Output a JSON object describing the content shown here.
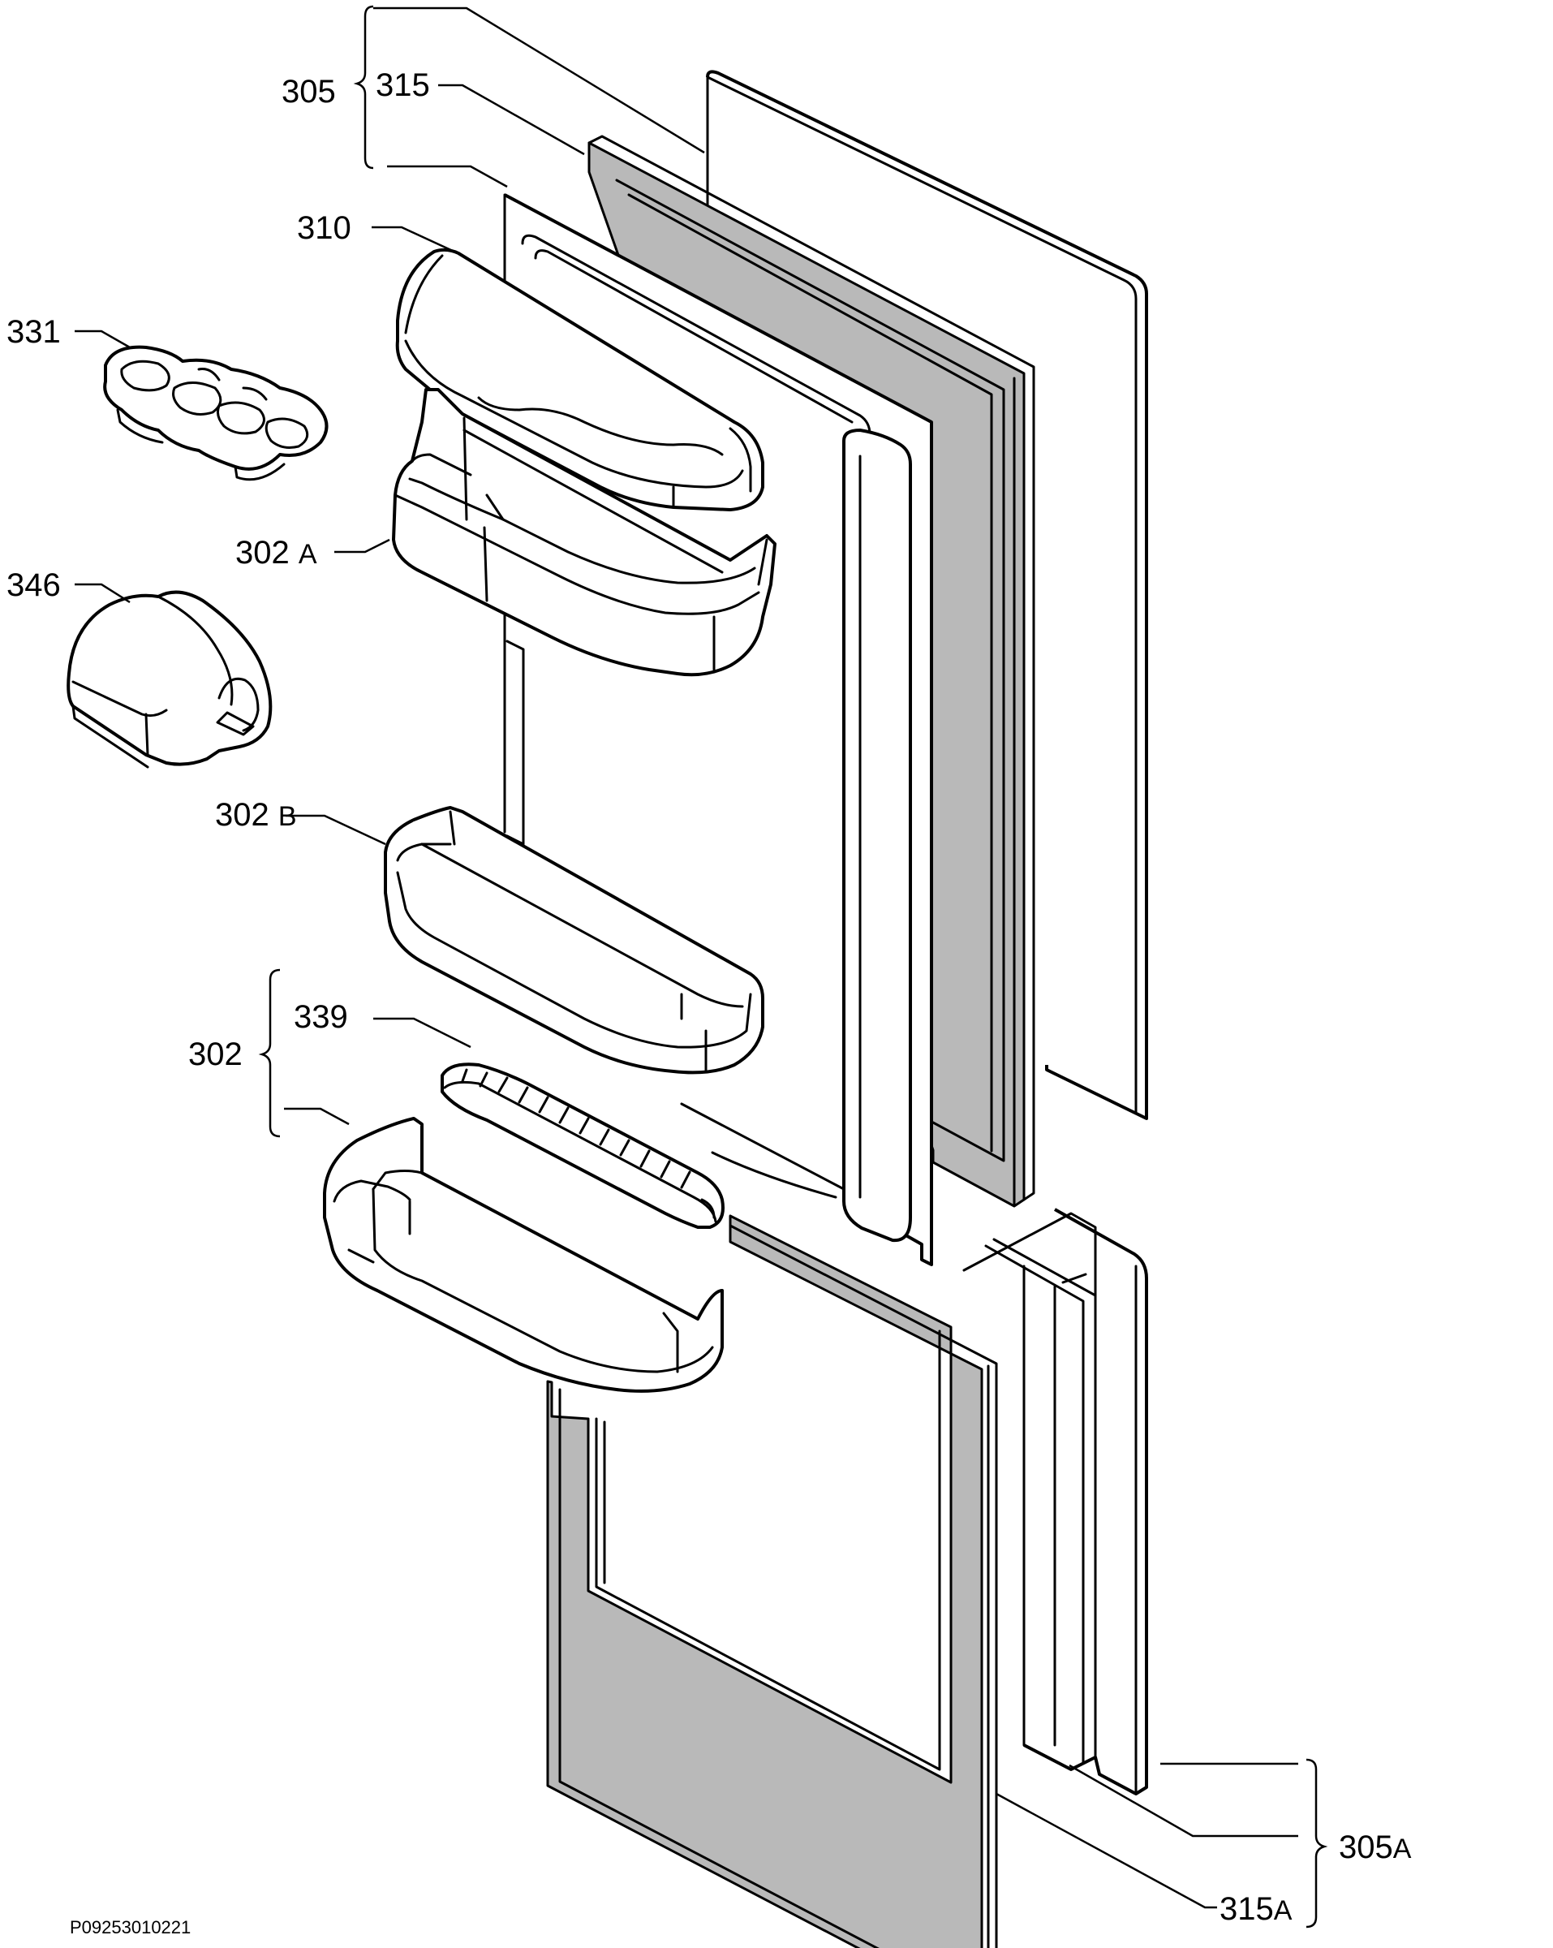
{
  "diagram": {
    "drawing_code": "P09253010221",
    "callouts": {
      "c305": {
        "num": "305",
        "suffix": ""
      },
      "c315": {
        "num": "315",
        "suffix": ""
      },
      "c310": {
        "num": "310",
        "suffix": ""
      },
      "c331": {
        "num": "331",
        "suffix": ""
      },
      "c302a": {
        "num": "302",
        "suffix": "A"
      },
      "c346": {
        "num": "346",
        "suffix": ""
      },
      "c302b": {
        "num": "302",
        "suffix": "B"
      },
      "c302": {
        "num": "302",
        "suffix": ""
      },
      "c339": {
        "num": "339",
        "suffix": ""
      },
      "c305a": {
        "num": "305",
        "suffix": "A"
      },
      "c315a": {
        "num": "315",
        "suffix": "A"
      }
    }
  }
}
